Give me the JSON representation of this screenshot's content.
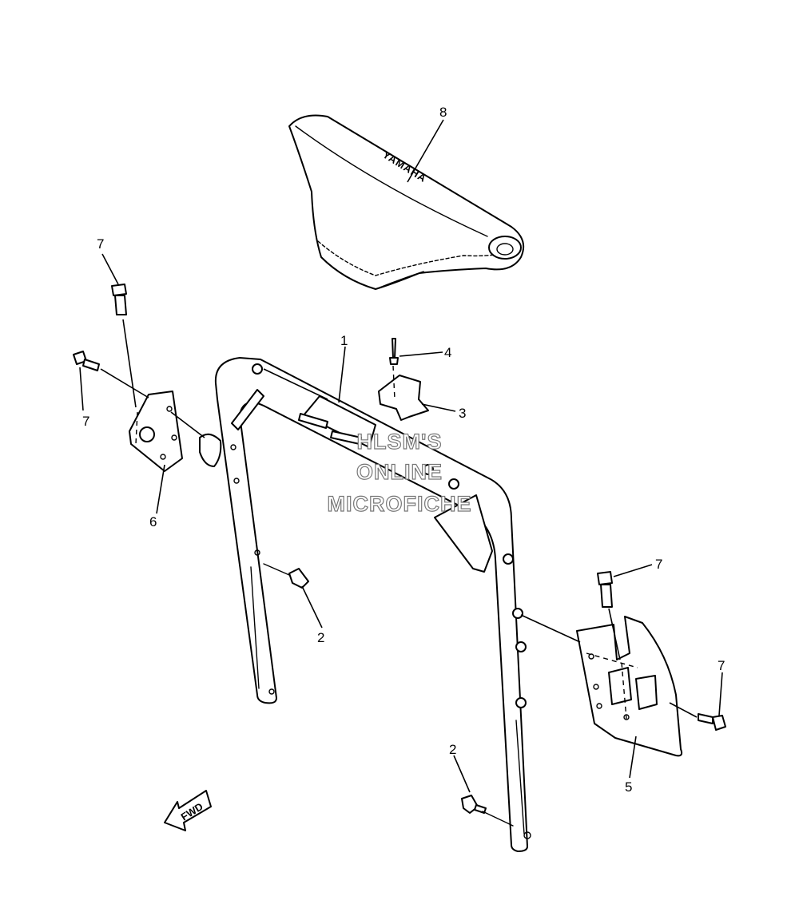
{
  "callouts": {
    "c1": "1",
    "c2a": "2",
    "c2b": "2",
    "c3": "3",
    "c4": "4",
    "c5": "5",
    "c6": "6",
    "c7a": "7",
    "c7b": "7",
    "c7c": "7",
    "c7d": "7",
    "c8": "8"
  },
  "seat_brand": "YAMAHA",
  "fwd_label": "FWD",
  "watermark": {
    "line1": "HLSM'S",
    "line2": "ONLINE",
    "line3": "MICROFICHE"
  }
}
